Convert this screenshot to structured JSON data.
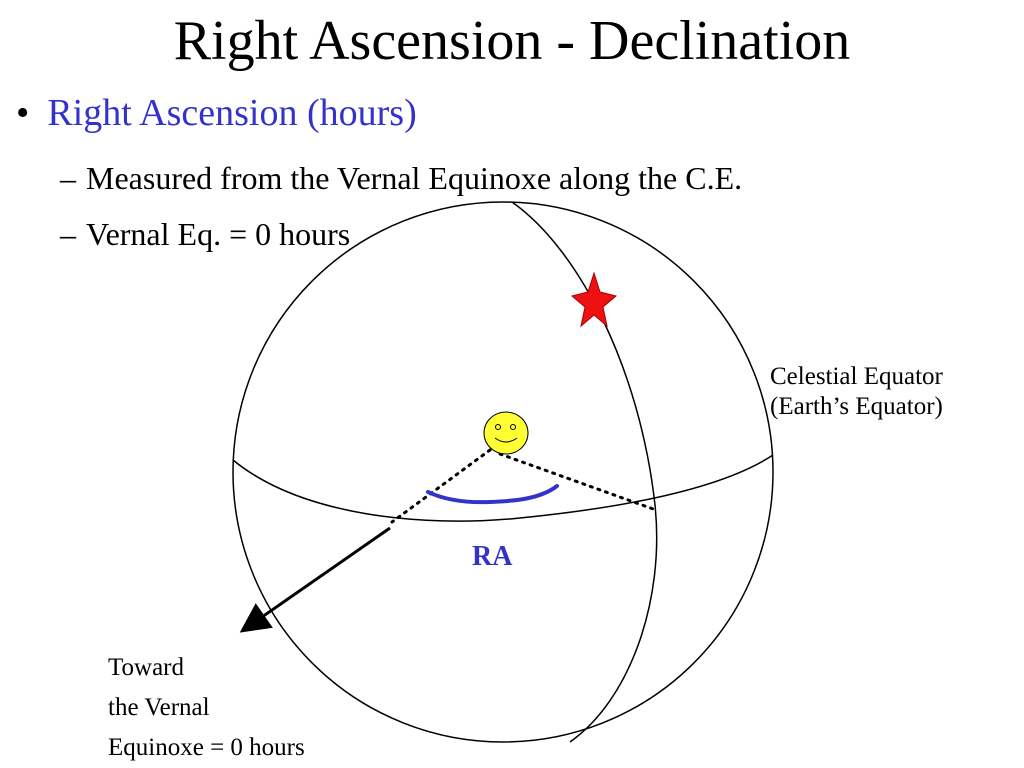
{
  "title": "Right Ascension - Declination",
  "bullet": {
    "marker": "•",
    "text": "Right Ascension (hours)"
  },
  "sub_bullets": [
    {
      "marker": "–",
      "text": "Measured from the Vernal Equinoxe along the C.E."
    },
    {
      "marker": "–",
      "text": "Vernal Eq. = 0 hours"
    }
  ],
  "labels": {
    "celestial_equator": [
      "Celestial Equator",
      "(Earth’s Equator)"
    ],
    "toward": [
      "Toward",
      "the Vernal",
      "Equinoxe = 0 hours"
    ],
    "ra": "RA"
  },
  "colors": {
    "bullet_text": "#3333cc",
    "ra_arc": "#3333cc",
    "ra_label": "#3333cc",
    "star": "#ee1111",
    "sun": "#ffff33"
  },
  "icons": {
    "star": "star-icon",
    "observer": "smiley-face-icon"
  }
}
